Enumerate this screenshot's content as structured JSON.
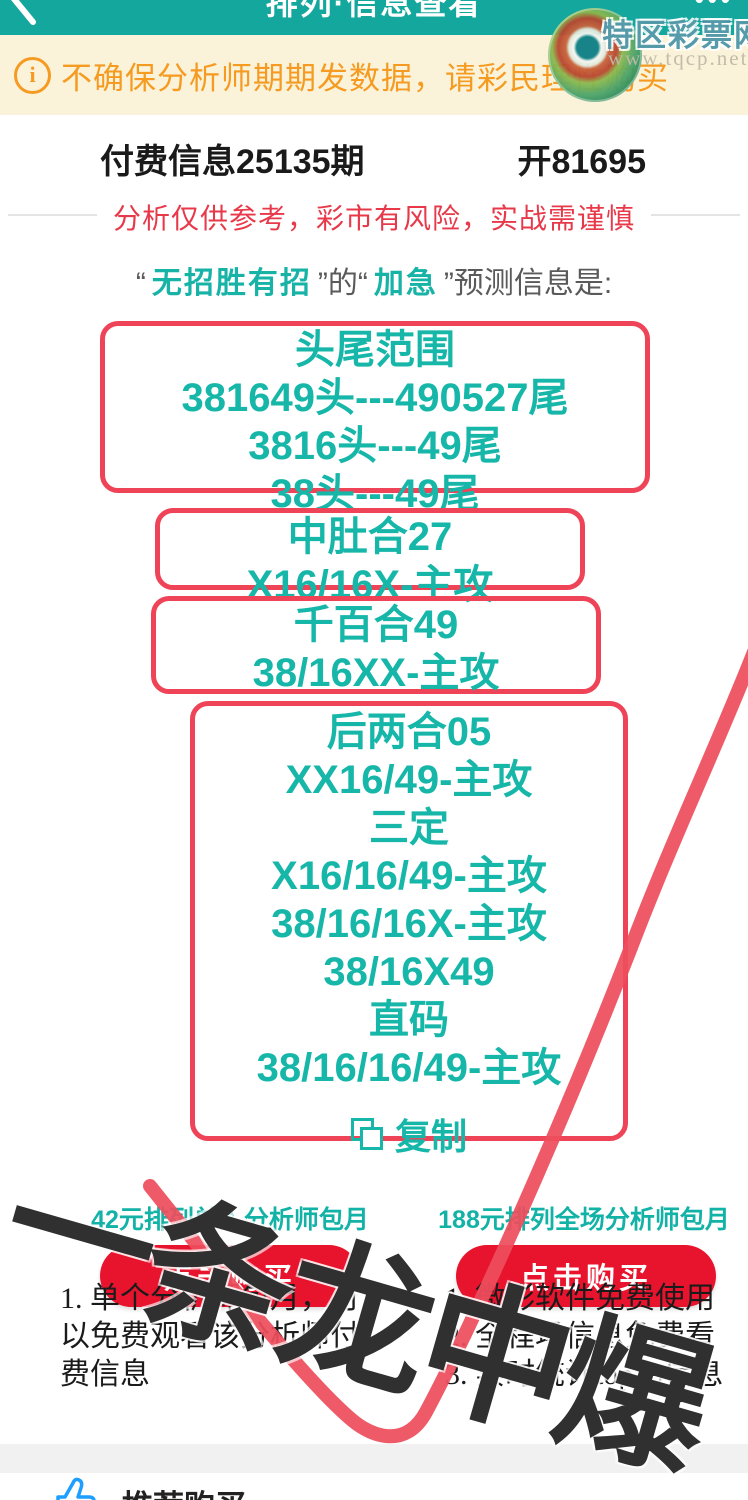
{
  "header": {
    "title": "排列·信息查看",
    "menu_dots": "•••"
  },
  "brand": {
    "site_name": "特区彩票网",
    "site_url": "www.tqcp.net"
  },
  "notice": {
    "icon": "i",
    "text": "不确保分析师期期发数据，请彩民理性购买"
  },
  "info": {
    "title": "付费信息25135期",
    "result": "开81695",
    "disclaimer": "分析仅供参考，彩市有风险，实战需谨慎"
  },
  "prediction": {
    "q1": "“",
    "analyst": "无招胜有招",
    "q2": "”的“",
    "tag": "加急",
    "q3": "”预测信息是:"
  },
  "boxes": [
    {
      "lines": [
        "头尾范围",
        "381649头---490527尾",
        "3816头---49尾",
        "38头---49尾"
      ]
    },
    {
      "lines": [
        "中肚合27",
        "X16/16X-主攻"
      ]
    },
    {
      "lines": [
        "千百合49",
        "38/16XX-主攻"
      ]
    },
    {
      "lines": [
        "后两合05",
        "XX16/49-主攻",
        "三定",
        "X16/16/49-主攻",
        "38/16/16X-主攻",
        "38/16X49",
        "直码",
        "38/16/16/49-主攻"
      ],
      "copy_label": "复制"
    }
  ],
  "watermark": {
    "text": "一条龙中爆"
  },
  "offers": [
    {
      "heading": "42元排列单人分析师包月",
      "button": "点击购买",
      "items": [
        "1. 单个分析师包月，可以免费观看该分析师付费信息"
      ]
    },
    {
      "heading": "188元排列全场分析师包月",
      "button": "点击购买",
      "items": [
        "1. 微彩软件免费使用",
        "2. 全程场信息免费看",
        "3. 实时统计top10信息"
      ]
    }
  ],
  "footer": {
    "section_title": "推荐购买"
  },
  "colors": {
    "header_teal": "#14a79d",
    "teal_text": "#16b6a9",
    "notice_bg": "#fbf3d9",
    "notice_orange": "#f59b22",
    "box_border_red": "#ef4458",
    "button_red": "#e8142e",
    "check_red": "#ee4d5c",
    "disclaimer_red": "#e8394a",
    "watermark_gray": "#303030"
  }
}
